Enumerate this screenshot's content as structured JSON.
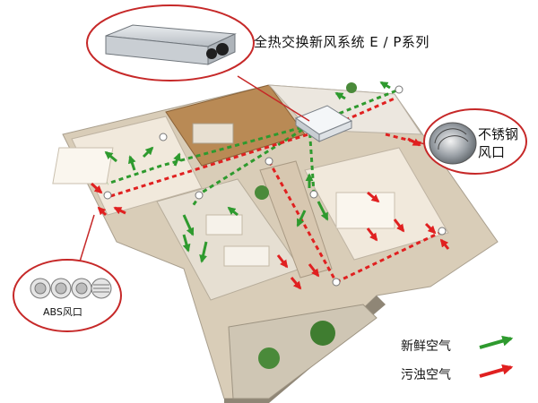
{
  "title": "全热交换新风系统 E / P系列",
  "callouts": {
    "stainless_vent": "不锈钢风口",
    "abs_vent": "ABS风口"
  },
  "legend": {
    "fresh_air": "新鲜空气",
    "dirty_air": "污浊空气"
  },
  "colors": {
    "fresh_arrow": "#2e9a2e",
    "dirty_arrow": "#e02020",
    "callout_ring": "#c62828"
  }
}
